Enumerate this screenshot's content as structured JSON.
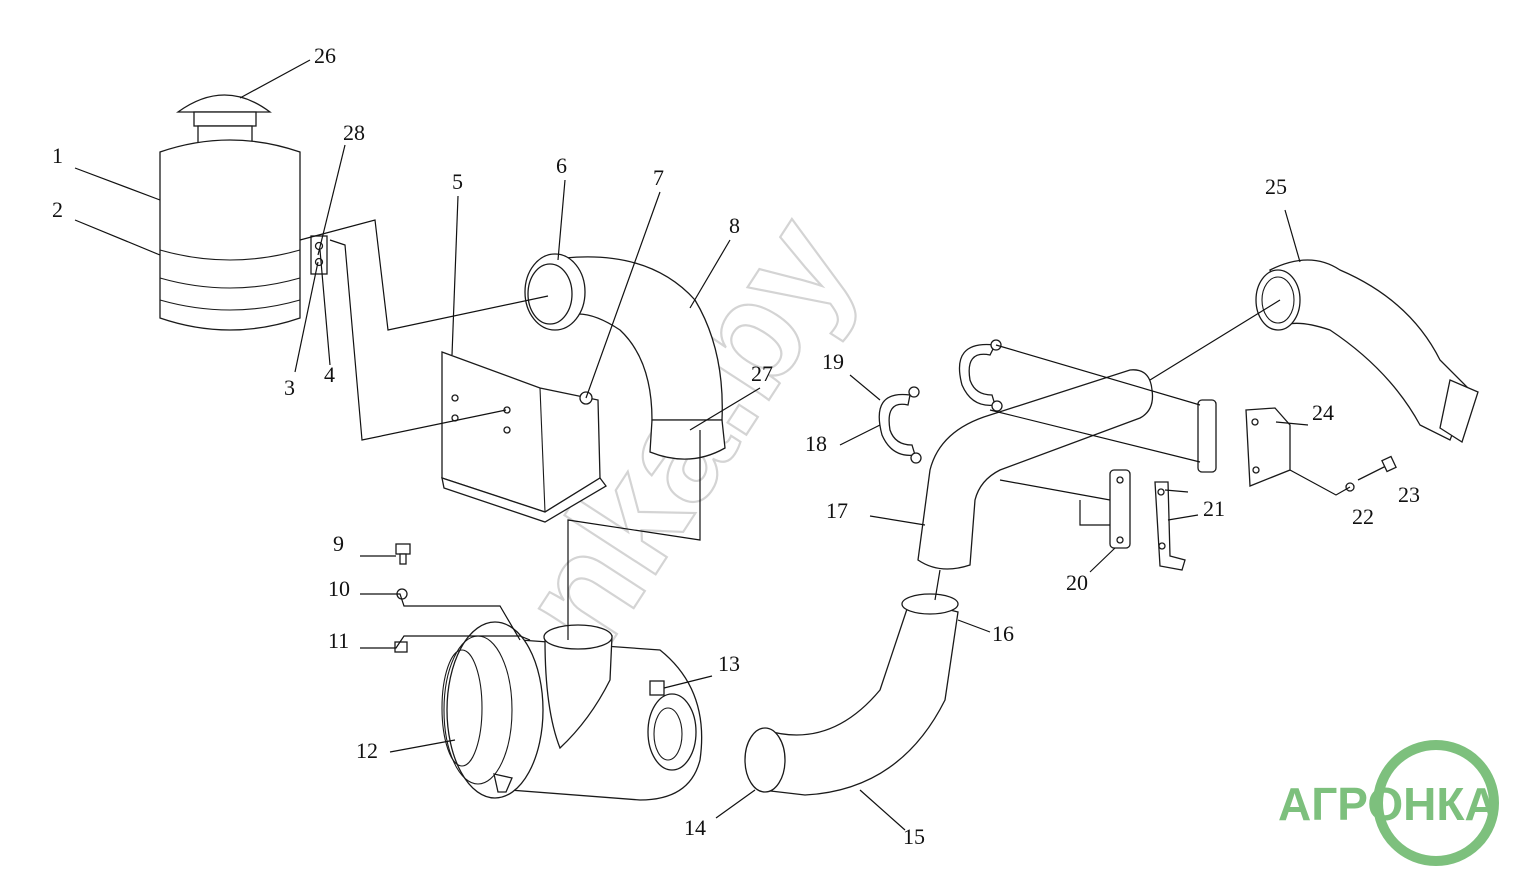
{
  "diagram": {
    "callouts": [
      {
        "id": "c1",
        "label": "1"
      },
      {
        "id": "c2",
        "label": "2"
      },
      {
        "id": "c3",
        "label": "3"
      },
      {
        "id": "c4",
        "label": "4"
      },
      {
        "id": "c5",
        "label": "5"
      },
      {
        "id": "c6",
        "label": "6"
      },
      {
        "id": "c7",
        "label": "7"
      },
      {
        "id": "c8",
        "label": "8"
      },
      {
        "id": "c9",
        "label": "9"
      },
      {
        "id": "c10",
        "label": "10"
      },
      {
        "id": "c11",
        "label": "11"
      },
      {
        "id": "c12",
        "label": "12"
      },
      {
        "id": "c13",
        "label": "13"
      },
      {
        "id": "c14",
        "label": "14"
      },
      {
        "id": "c15",
        "label": "15"
      },
      {
        "id": "c16",
        "label": "16"
      },
      {
        "id": "c17",
        "label": "17"
      },
      {
        "id": "c18",
        "label": "18"
      },
      {
        "id": "c19",
        "label": "19"
      },
      {
        "id": "c20",
        "label": "20"
      },
      {
        "id": "c21",
        "label": "21"
      },
      {
        "id": "c22",
        "label": "22"
      },
      {
        "id": "c23",
        "label": "23"
      },
      {
        "id": "c24",
        "label": "24"
      },
      {
        "id": "c25",
        "label": "25"
      },
      {
        "id": "c26",
        "label": "26"
      },
      {
        "id": "c27",
        "label": "27"
      },
      {
        "id": "c28",
        "label": "28"
      }
    ]
  },
  "watermark": {
    "text": "nka.by"
  },
  "logo": {
    "text": "АГРОНКА",
    "color": "#7dc07d"
  }
}
